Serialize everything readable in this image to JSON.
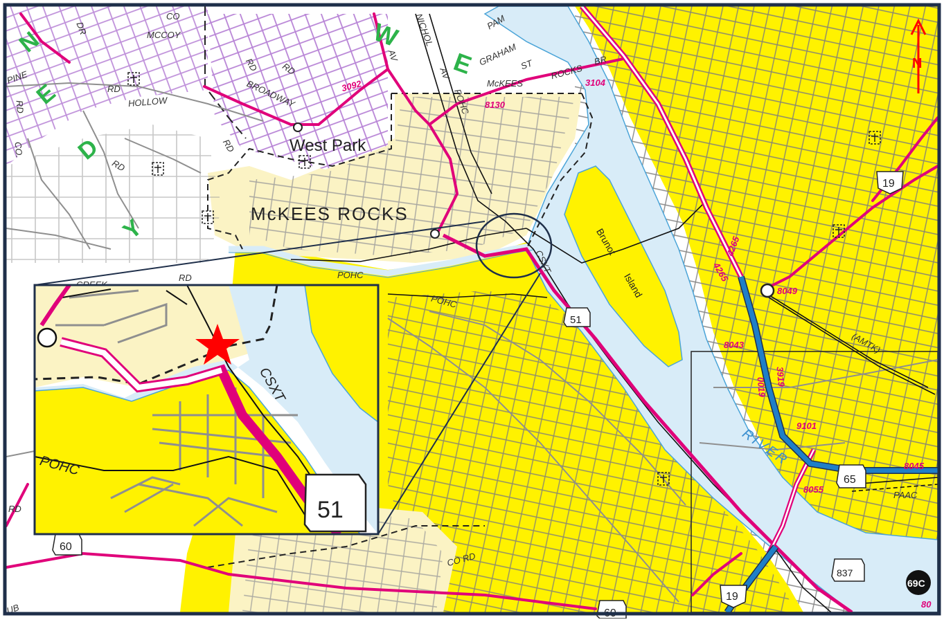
{
  "colors": {
    "border": "#1f2f4a",
    "land_white": "#ffffff",
    "land_yellow": "#fff200",
    "land_tan": "#fbf3c4",
    "water": "#d8ecf8",
    "highway_pink": "#e0007a",
    "interstate_blue": "#1f7fc7",
    "green_label": "#2db34a",
    "local_road": "#8f8f8f",
    "purple_road": "#b884d6",
    "rail": "#111111",
    "star": "#ff0000"
  },
  "icons": {
    "north_arrow": "north-arrow-icon",
    "star": "star-marker-icon",
    "church": "church-icon"
  },
  "north_label": "N",
  "places": {
    "west_park": "West Park",
    "mckees_rocks": "McKEES ROCKS",
    "brunot": "Brunot",
    "island": "Island",
    "river": "RIVER"
  },
  "township_letters": {
    "kennedy": [
      "N",
      "E",
      "D",
      "Y"
    ],
    "stowe": [
      "W",
      "E"
    ]
  },
  "streets": {
    "co_top": "CO",
    "dr": "DR",
    "mccoy": "MCCOY",
    "nichol": "NICHOL",
    "av1": "AV",
    "av2": "AV",
    "pam": "PAM",
    "graham": "GRAHAM",
    "st": "ST",
    "rd1": "RD",
    "rd2": "RD",
    "rd3": "RD",
    "rd4": "RD",
    "rd5": "RD",
    "rd_bottom_left": "RD",
    "broadway": "BROADWAY",
    "hollow": "HOLLOW",
    "co_left": "CO.",
    "rd_left": "RD",
    "pine": "PINE",
    "mckees_street": "McKEES",
    "rocks": "ROCKS",
    "br": "BR",
    "pohc_main": "POHC",
    "pohc_2": "POHC",
    "pohc_top": "POHC",
    "csxt": "CSXT",
    "amtk": "(AMTK)",
    "paac": "PAAC",
    "co_rd": "CO RD",
    "creek": "CREEK",
    "rd_inset": "RD",
    "ub": "UB"
  },
  "route_numbers": {
    "r3092": "3092",
    "r3104": "3104",
    "r8130": "8130",
    "r4265a": "4265",
    "r4265b": "4265",
    "r8049": "8049",
    "r8043": "8043",
    "r0019": "0019",
    "r3919": "3919",
    "r9101": "9101",
    "r8045": "8045",
    "r8055": "8055",
    "r80": "80"
  },
  "shields": {
    "pa51": "51",
    "us19_top": "19",
    "pa65": "65",
    "pa837": "837",
    "us19_bottom": "19",
    "pa60_left": "60",
    "pa60_bottom": "60",
    "exit": "69C"
  },
  "inset": {
    "csxt": "CSXT",
    "pohc": "POHC",
    "shield_51": "51"
  }
}
